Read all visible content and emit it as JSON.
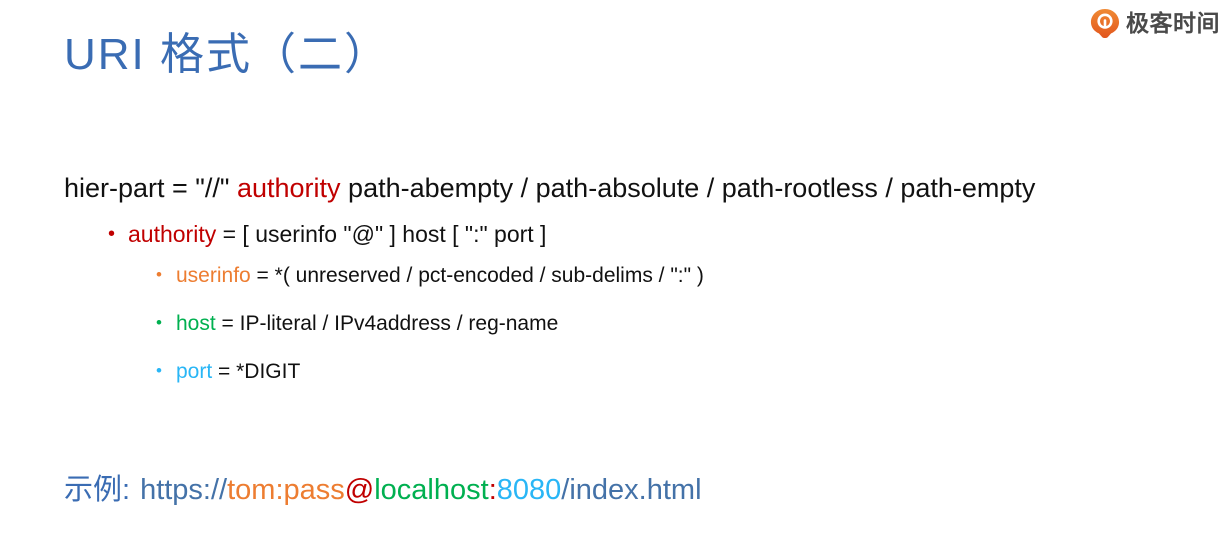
{
  "brand": {
    "icon": "geektime-logo-icon",
    "name": "极客时间",
    "icon_color": "#e8642a",
    "text_color": "#4a4a4a"
  },
  "title": {
    "text": "URI 格式（二）",
    "color": "#3a6cb3"
  },
  "colors": {
    "authority": "#c00000",
    "userinfo": "#ed7d31",
    "host": "#00b050",
    "port": "#29b6f6",
    "default_text": "#111111",
    "accent_blue": "#3a6cb3",
    "url_scheme": "#4472a8",
    "url_path": "#4472a8",
    "background": "#ffffff"
  },
  "content": {
    "line0": {
      "prefix": "hier-part = \"//\" ",
      "keyword": "authority",
      "suffix": " path-abempty / path-absolute / path-rootless / path-empty"
    },
    "bullets": [
      {
        "level": 1,
        "bullet": "•",
        "keyword": "authority",
        "keyword_color": "#c00000",
        "rest": " = [ userinfo \"@\" ] host [ \":\" port ]"
      },
      {
        "level": 2,
        "bullet": "•",
        "keyword": "userinfo",
        "keyword_color": "#ed7d31",
        "rest": " = *( unreserved / pct-encoded / sub-delims / \":\" )"
      },
      {
        "level": 2,
        "bullet": "•",
        "keyword": "host",
        "keyword_color": "#00b050",
        "rest": " = IP-literal / IPv4address / reg-name"
      },
      {
        "level": 2,
        "bullet": "•",
        "keyword": "port",
        "keyword_color": "#29b6f6",
        "rest": " = *DIGIT"
      }
    ]
  },
  "example": {
    "label": "示例:",
    "full_url": "https://tom:pass@localhost:8080/index.html",
    "segments": [
      {
        "text": "https://",
        "color": "#4472a8",
        "name": "scheme"
      },
      {
        "text": "tom:pass",
        "color": "#ed7d31",
        "name": "userinfo"
      },
      {
        "text": "@",
        "color": "#c00000",
        "name": "at-sign"
      },
      {
        "text": "localhost",
        "color": "#00b050",
        "name": "host"
      },
      {
        "text": ":",
        "color": "#c00000",
        "name": "port-colon"
      },
      {
        "text": "8080",
        "color": "#29b6f6",
        "name": "port"
      },
      {
        "text": "/index.html",
        "color": "#4472a8",
        "name": "path"
      }
    ]
  }
}
